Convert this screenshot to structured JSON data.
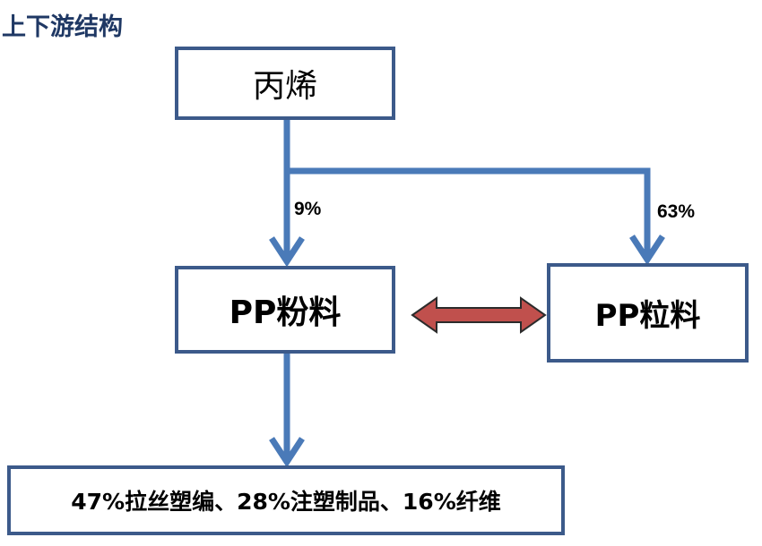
{
  "title": "上下游结构",
  "nodes": {
    "propylene": "丙烯",
    "pp_powder": "PP粉料",
    "pp_pellet": "PP粒料",
    "downstream": "47%拉丝塑编、28%注塑制品、16%纤维"
  },
  "edges": {
    "to_powder_pct": "9%",
    "to_pellet_pct": "63%"
  },
  "colors": {
    "connector": "#4a7ab8",
    "box_border": "#3c5a8a",
    "double_arrow_fill": "#c0504d",
    "title": "#1f3864"
  }
}
